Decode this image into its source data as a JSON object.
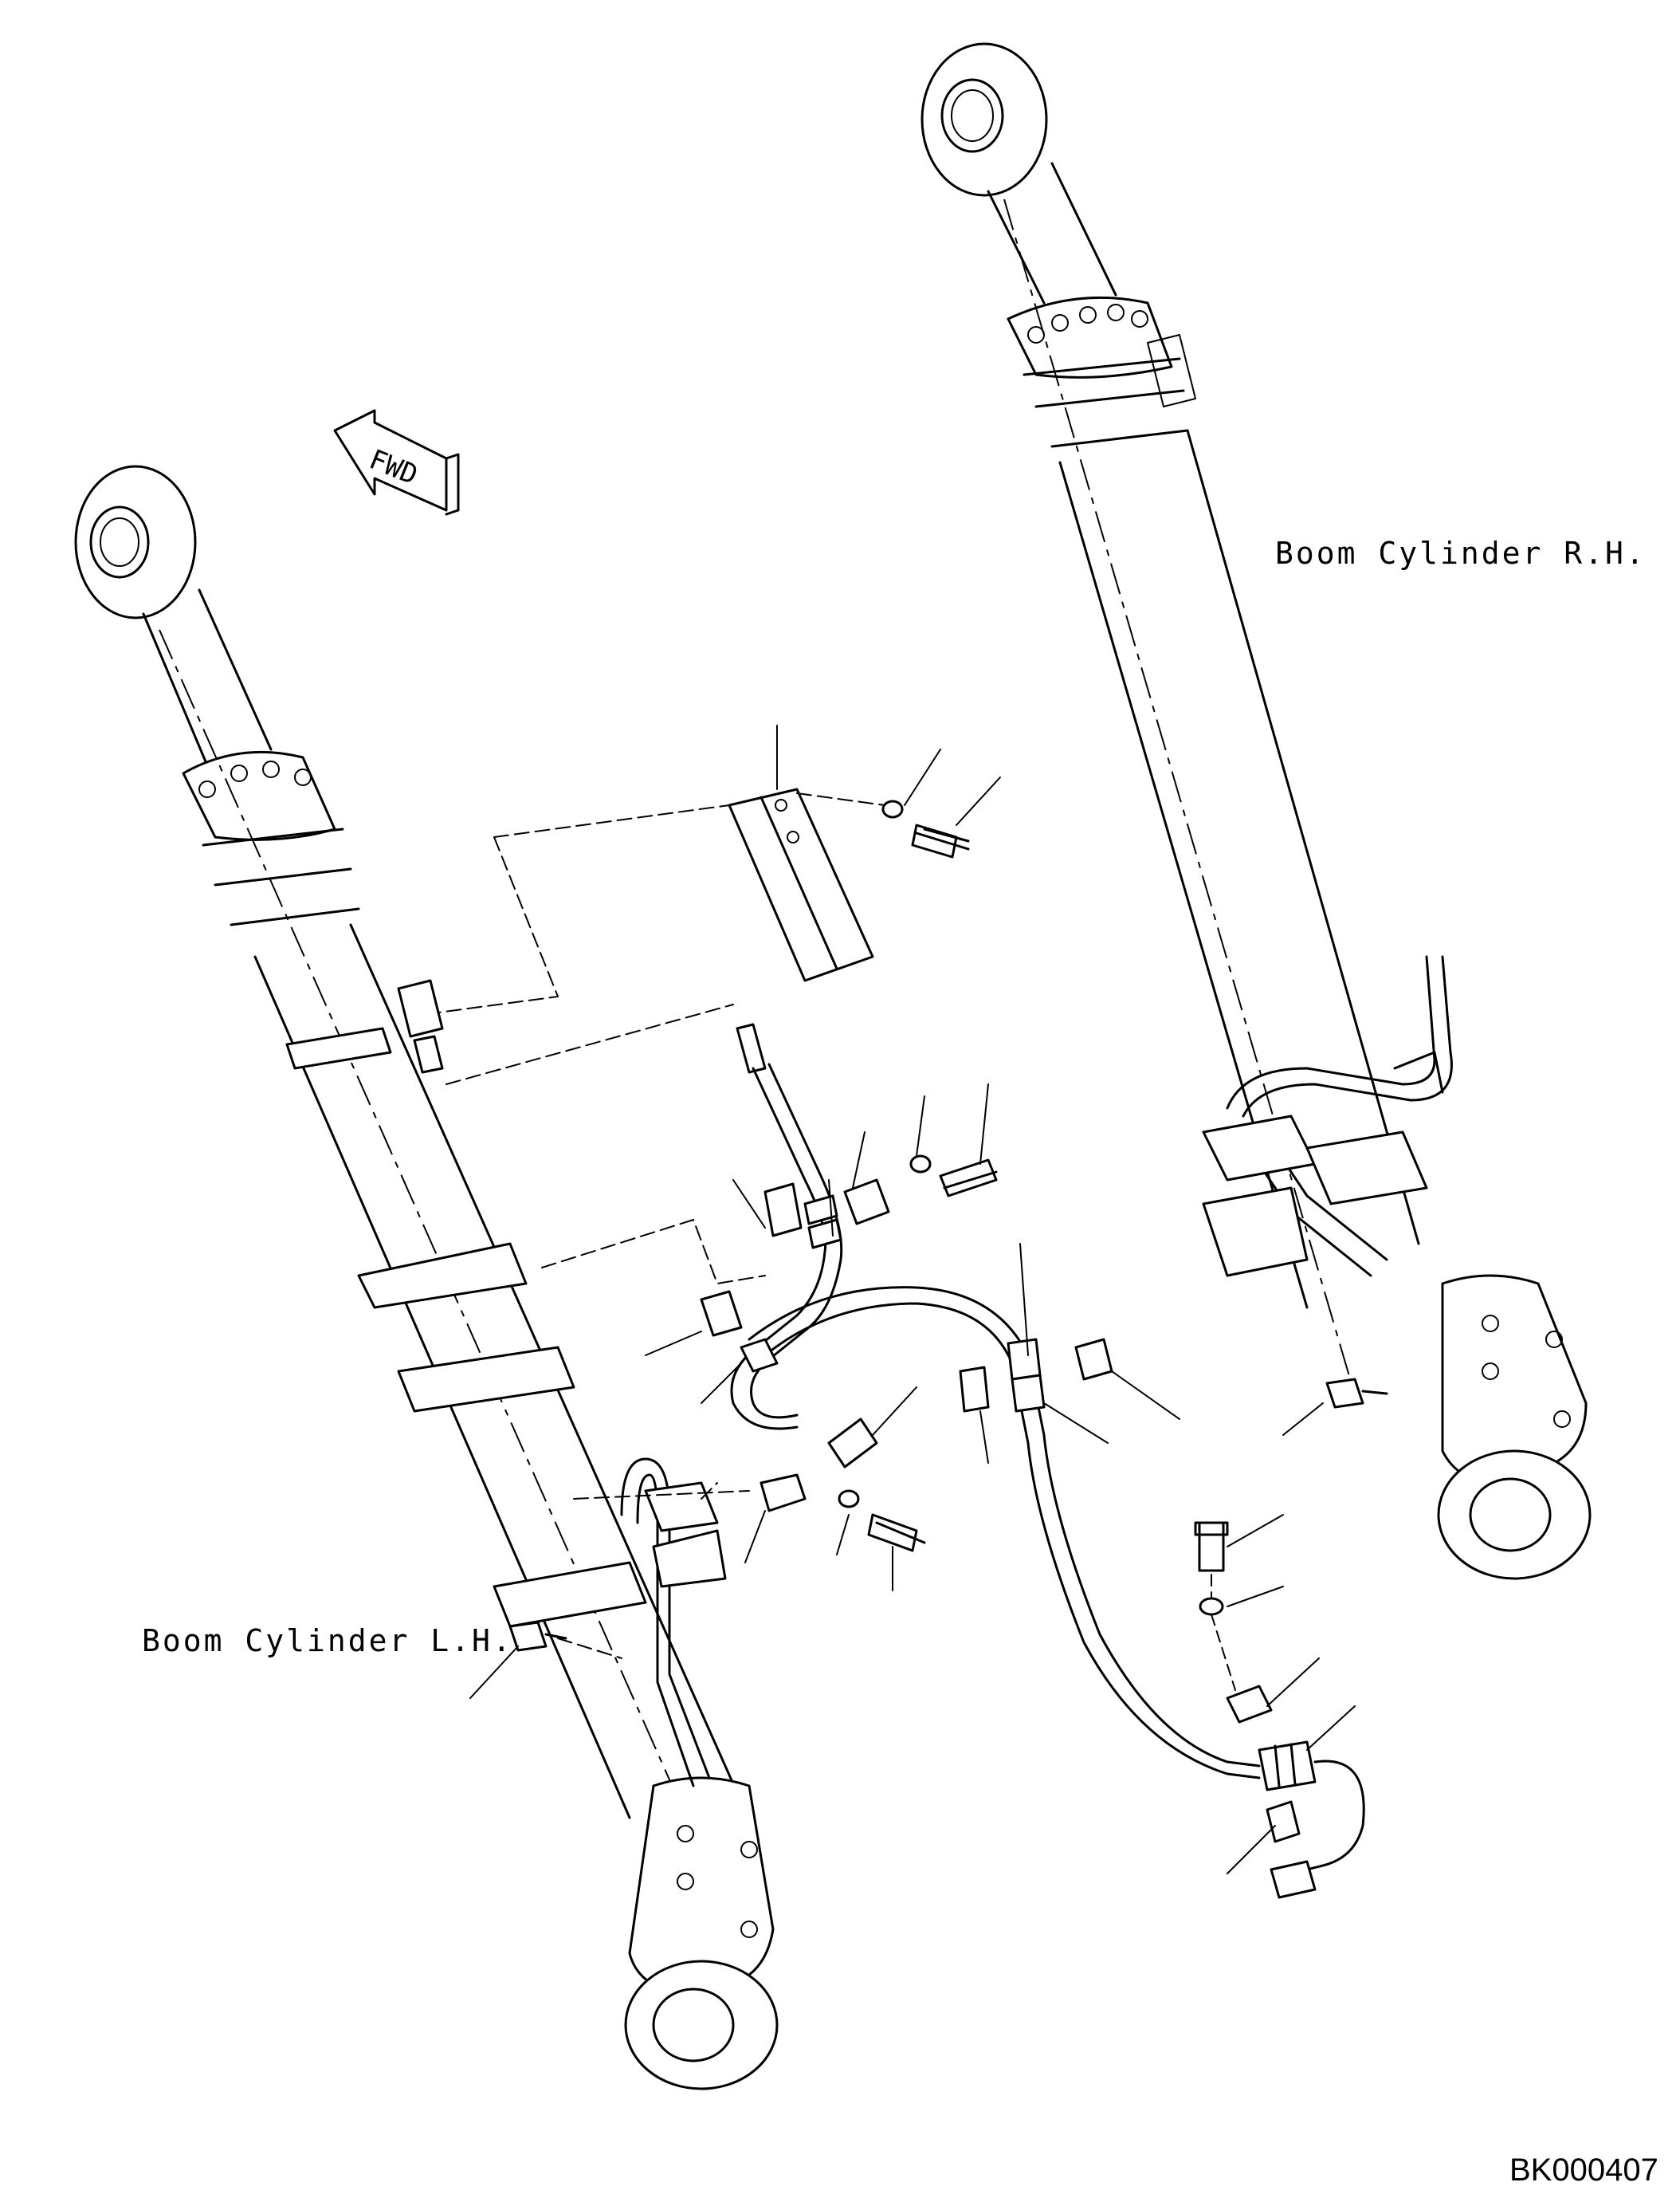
{
  "labels": {
    "boom_cylinder_rh": "Boom Cylinder R.H.",
    "boom_cylinder_lh": "Boom Cylinder L.H.",
    "fwd_arrow": "FWD",
    "drawing_code": "BK000407"
  }
}
